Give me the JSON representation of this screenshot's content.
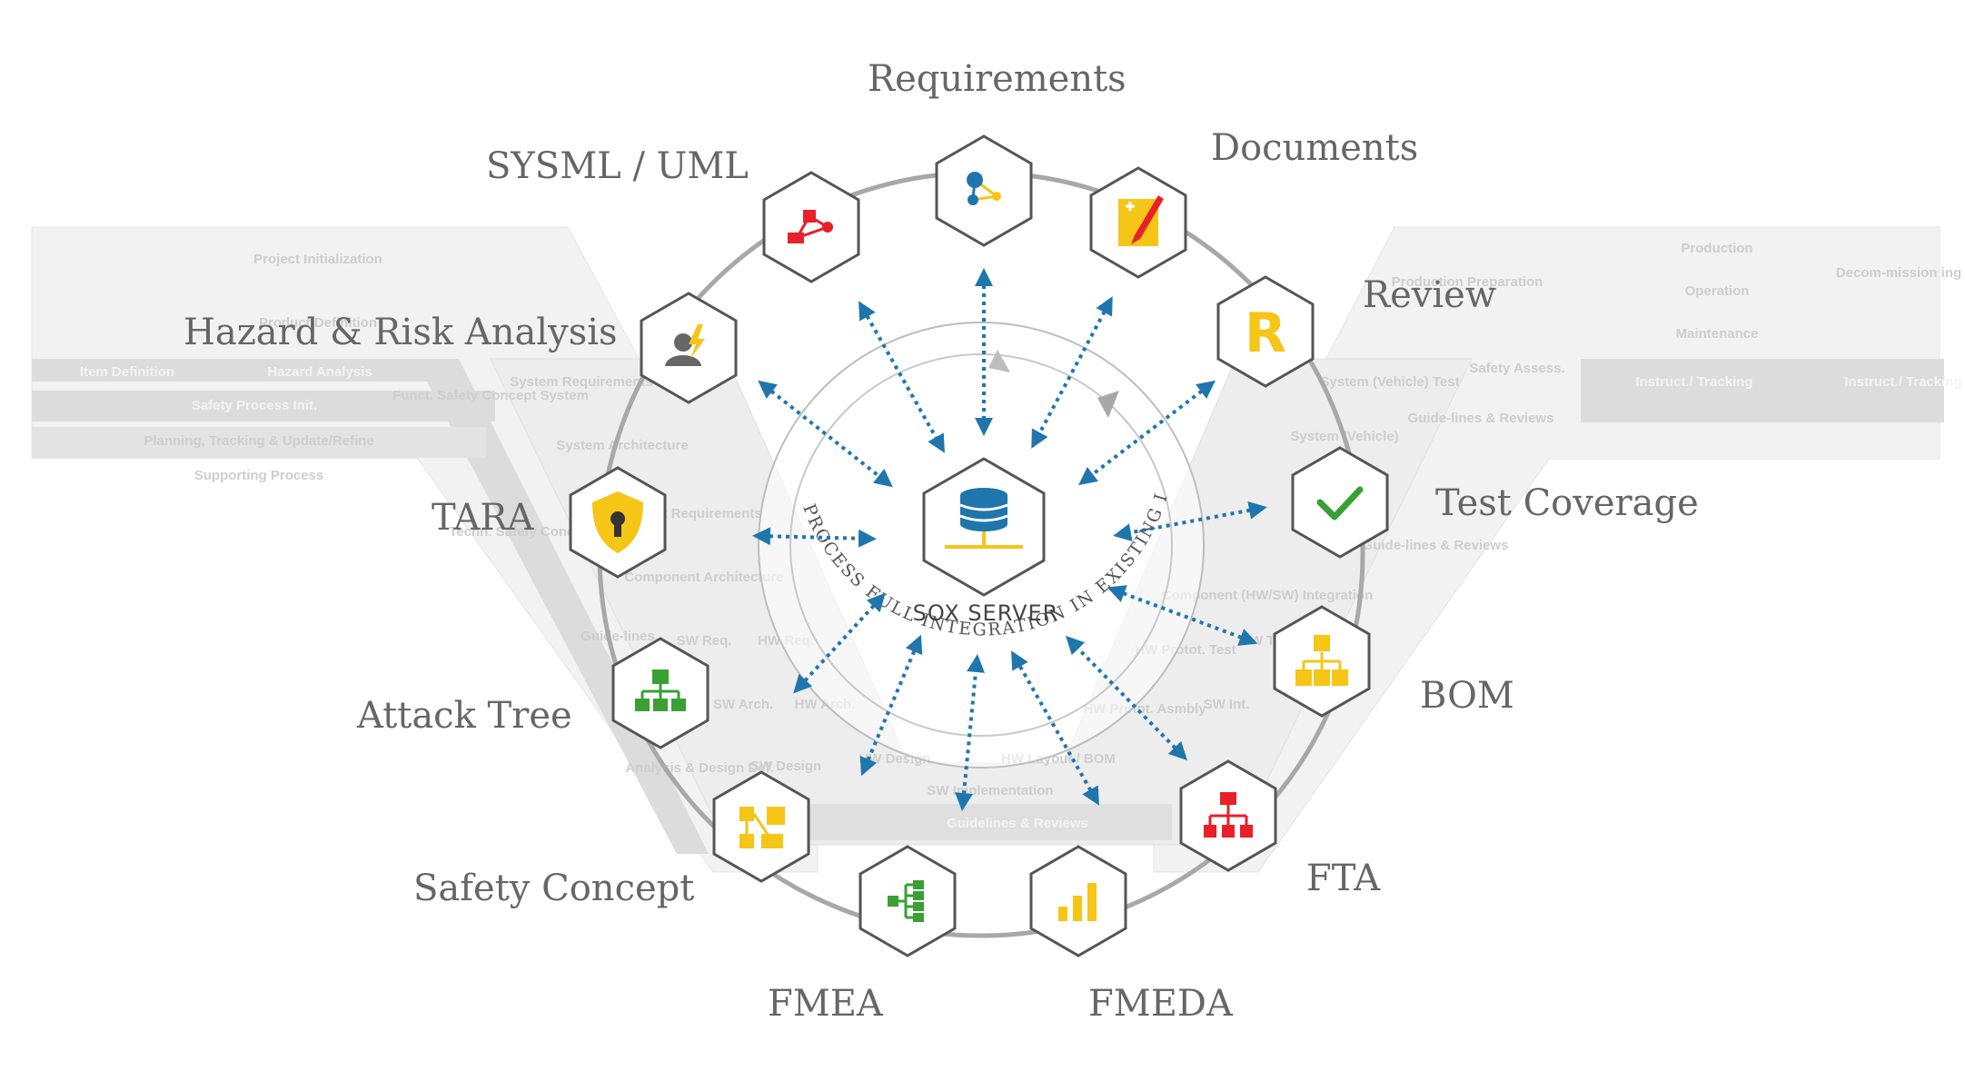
{
  "center": {
    "label": "SOX SERVER",
    "arc_text": "ENGINEERING PROCESS FULL INTEGRATION IN EXISTING IT LANDSCAPE"
  },
  "modules": [
    {
      "name": "requirements",
      "label": "Requirements",
      "icon": "network-graph-icon"
    },
    {
      "name": "documents",
      "label": "Documents",
      "icon": "document-pencil-icon"
    },
    {
      "name": "review",
      "label": "Review",
      "icon": "letter-r-icon"
    },
    {
      "name": "test-coverage",
      "label": "Test Coverage",
      "icon": "checkmark-icon"
    },
    {
      "name": "bom",
      "label": "BOM",
      "icon": "cube-hierarchy-icon"
    },
    {
      "name": "fta",
      "label": "FTA",
      "icon": "fault-tree-icon"
    },
    {
      "name": "fmeda",
      "label": "FMEDA",
      "icon": "bar-chart-icon"
    },
    {
      "name": "fmea",
      "label": "FMEA",
      "icon": "tree-list-icon"
    },
    {
      "name": "safety-concept",
      "label": "Safety Concept",
      "icon": "flow-diagram-icon"
    },
    {
      "name": "attack-tree",
      "label": "Attack Tree",
      "icon": "org-chart-icon"
    },
    {
      "name": "tara",
      "label": "TARA",
      "icon": "shield-lock-icon"
    },
    {
      "name": "hazard-risk-analysis",
      "label": "Hazard & Risk Analysis",
      "icon": "person-hazard-icon"
    },
    {
      "name": "sysml-uml",
      "label": "SYSML / UML",
      "icon": "uml-diagram-icon"
    }
  ],
  "background": {
    "left_panel": [
      "Project Initialization",
      "Product Definition",
      "Item Definition",
      "Hazard Analysis",
      "Safety Process Init.",
      "Planning, Tracking & Update/Refine",
      "Supporting Process"
    ],
    "v_left": [
      "System Requirements",
      "Funct. Safety Concept System",
      "System Architecture",
      "Component Requirements",
      "Techn. Safety Concept Comp.",
      "Component Architecture",
      "Guide-lines",
      "SW Req.",
      "HW Req.",
      "SW Arch.",
      "HW Arch.",
      "SW Design",
      "HW Design",
      "Analysis & Design Def."
    ],
    "v_bottom": [
      "HW Layout / BOM",
      "SW Implementation",
      "Guidelines & Reviews"
    ],
    "v_right": [
      "System (Vehicle) Test",
      "Safety Assess.",
      "Guide-lines & Reviews",
      "System (Vehicle)",
      "Component (HW/SW) Integration",
      "HW Protot. Test",
      "HW Protot. Asmbly",
      "SW Int.",
      "SW Test",
      "Guide-lines & Reviews"
    ],
    "right_panel": [
      "Production Preparation",
      "Production",
      "Operation",
      "Maintenance",
      "Decom-mission ing",
      "Instruct./ Tracking",
      "Instruct./ Tracking"
    ]
  },
  "colors": {
    "accent_yellow": "#f5c518",
    "accent_red": "#e8202a",
    "accent_blue": "#1f76ad",
    "accent_green": "#3aa035",
    "ring_gray": "#a8a8a8"
  }
}
